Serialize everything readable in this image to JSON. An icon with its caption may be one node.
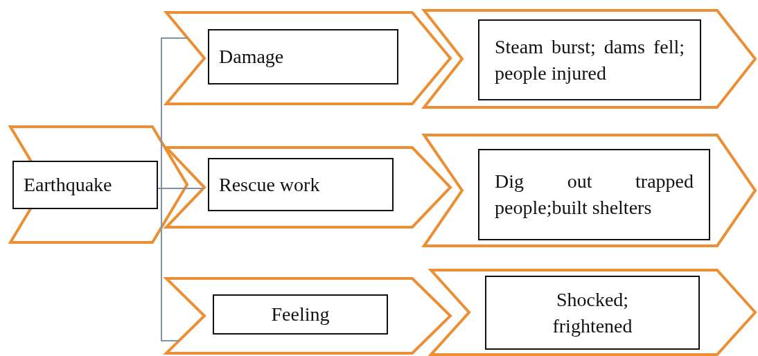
{
  "diagram": {
    "nodes": [
      {
        "text": [],
        "shape": "chevron"
      },
      {
        "text": [
          "Earthquake"
        ],
        "in": 0
      },
      {
        "text": [],
        "shape": "chevron"
      },
      {
        "text": [
          "Damage"
        ],
        "in": 2
      },
      {
        "text": [],
        "shape": "chevron"
      },
      {
        "text": [
          "Steam burst; dams fell; people injured"
        ],
        "in": 4
      },
      {
        "text": [],
        "shape": "chevron"
      },
      {
        "text": [
          "Rescue work"
        ],
        "in": 6
      },
      {
        "text": [],
        "shape": "chevron"
      },
      {
        "text": [
          "Dig out trapped people;built shelters"
        ],
        "in": 8
      },
      {
        "text": [],
        "shape": "chevron"
      },
      {
        "text": [
          "Feeling"
        ],
        "in": 10
      },
      {
        "text": [],
        "shape": "chevron"
      },
      {
        "text": [
          "Shocked; frightened"
        ],
        "in": 12
      }
    ],
    "edges": [
      {
        "from": 1,
        "to": 2,
        "arrow": "none"
      },
      {
        "from": 1,
        "to": 6,
        "arrow": "none"
      },
      {
        "from": 1,
        "to": 10,
        "arrow": "none"
      }
    ]
  }
}
